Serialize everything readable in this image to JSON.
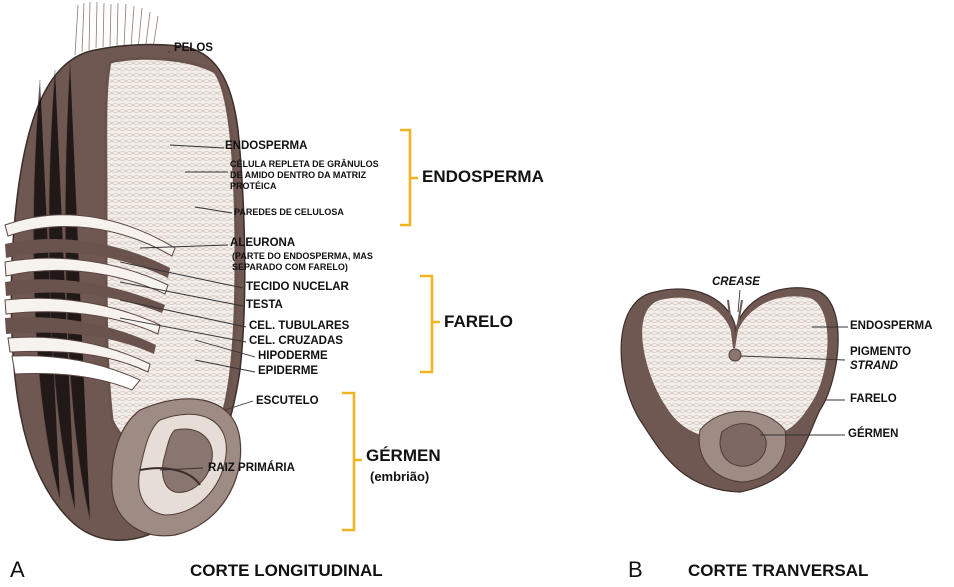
{
  "panel_a": {
    "letter": "A",
    "caption": "CORTE LONGITUDINAL",
    "labels": {
      "pelos": "PELOS",
      "endosperma": "ENDOSPERMA",
      "celula_line1": "CÉLULA REPLETA DE GRÂNULOS",
      "celula_line2": "DE AMIDO DENTRO DA MATRIZ",
      "celula_line3": "PROTÉICA",
      "paredes": "PAREDES DE CELULOSA",
      "aleurona": "ALEURONA",
      "aleurona_note1": "(PARTE DO ENDOSPERMA, MAS",
      "aleurona_note2": "SEPARADO COM FARELO)",
      "tecido": "TECIDO NUCELAR",
      "testa": "TESTA",
      "tubulares": "CEL. TUBULARES",
      "cruzadas": "CEL. CRUZADAS",
      "hipoderme": "HIPODERME",
      "epiderme": "EPIDERME",
      "escutelo": "ESCUTELO",
      "raiz": "RAIZ PRIMÁRIA"
    },
    "groups": {
      "endosperma": "ENDOSPERMA",
      "farelo": "FARELO",
      "germen": "GÉRMEN",
      "germen_sub": "(embrião)"
    }
  },
  "panel_b": {
    "letter": "B",
    "caption": "CORTE TRANVERSAL",
    "labels": {
      "crease": "CREASE",
      "endosperma": "ENDOSPERMA",
      "pigmento": "PIGMENTO",
      "strand": "STRAND",
      "farelo": "FARELO",
      "germen": "GÉRMEN"
    }
  },
  "colors": {
    "bracket": "#f2b320",
    "bran": "#6e5650",
    "endosperm": "#f1ece8"
  }
}
